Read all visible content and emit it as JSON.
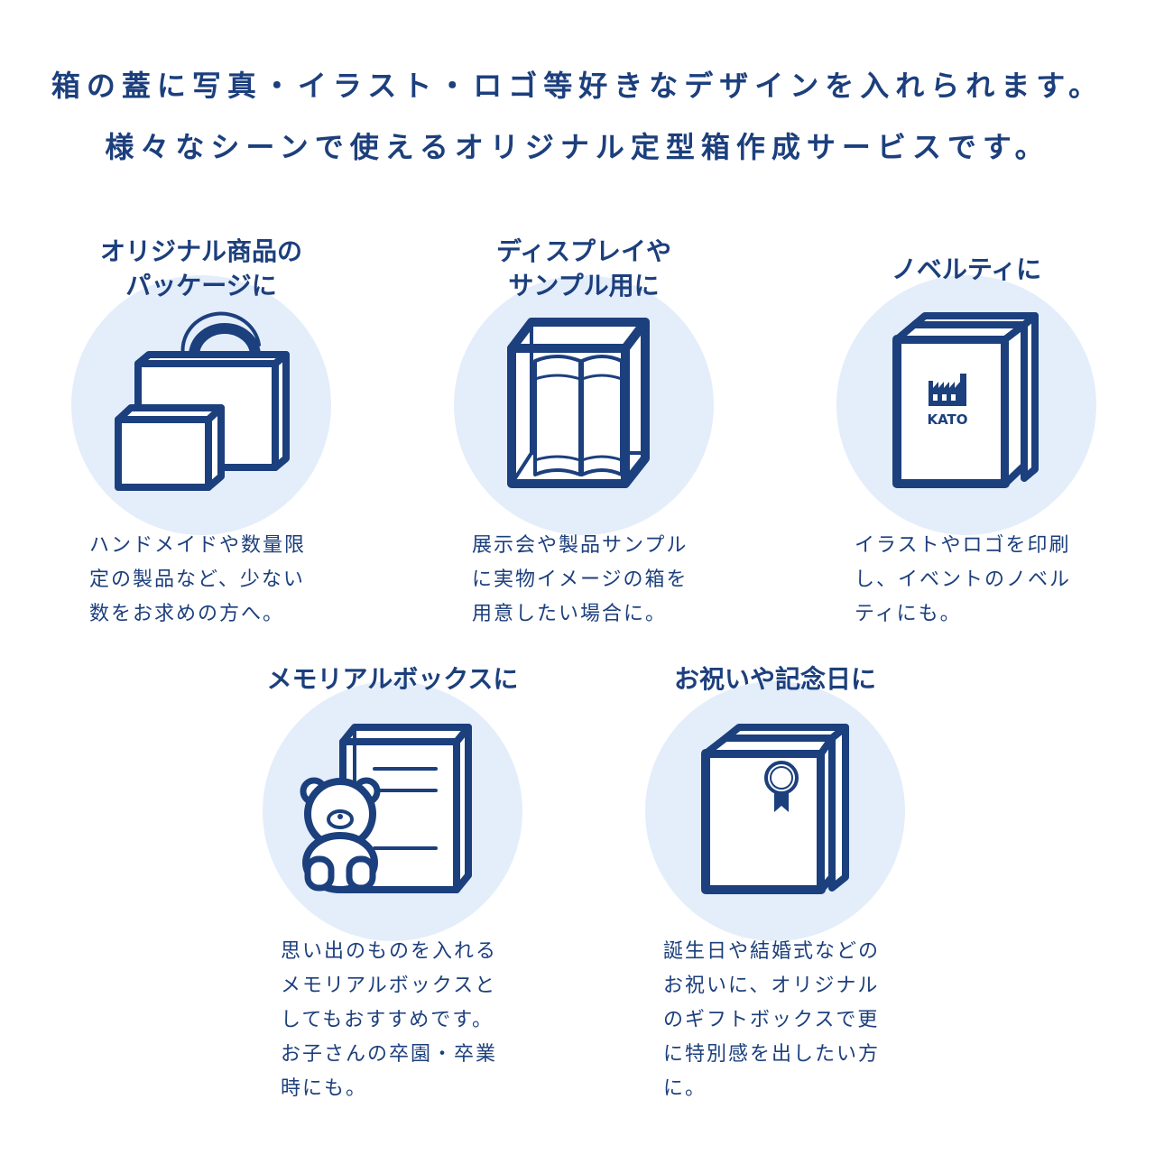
{
  "heading": {
    "line1": "箱の蓋に写真・イラスト・ロゴ等好きなデザインを入れられます。",
    "line2": "様々なシーンで使えるオリジナル定型箱作成サービスです。"
  },
  "items": [
    {
      "title": [
        "オリジナル商品の",
        "パッケージに"
      ],
      "desc": [
        "ハンドメイドや数量限",
        "定の製品など、少ない",
        "数をお求めの方へ。"
      ],
      "icon": "shopping-bag-and-box-icon"
    },
    {
      "title": [
        "ディスプレイや",
        "サンプル用に"
      ],
      "desc": [
        "展示会や製品サンプル",
        "に実物イメージの箱を",
        "用意したい場合に。"
      ],
      "icon": "display-box-with-books-icon"
    },
    {
      "title": [
        "ノベルティに"
      ],
      "desc": [
        "イラストやロゴを印刷",
        "し、イベントのノベル",
        "ティにも。"
      ],
      "icon": "logo-printed-box-icon",
      "logo_text": "KATO"
    },
    {
      "title": [
        "メモリアルボックスに"
      ],
      "desc": [
        "思い出のものを入れる",
        "メモリアルボックスと",
        "してもおすすめです。",
        "お子さんの卒園・卒業",
        "時にも。"
      ],
      "icon": "teddy-bear-and-box-icon"
    },
    {
      "title": [
        "お祝いや記念日に"
      ],
      "desc": [
        "誕生日や結婚式などの",
        "お祝いに、オリジナル",
        "のギフトボックスで更",
        "に特別感を出したい方",
        "に。"
      ],
      "icon": "gift-box-with-ribbon-badge-icon"
    }
  ],
  "colors": {
    "primary": "#1c3f7d",
    "circle": "#e4eefa",
    "fill": "#ffffff"
  }
}
